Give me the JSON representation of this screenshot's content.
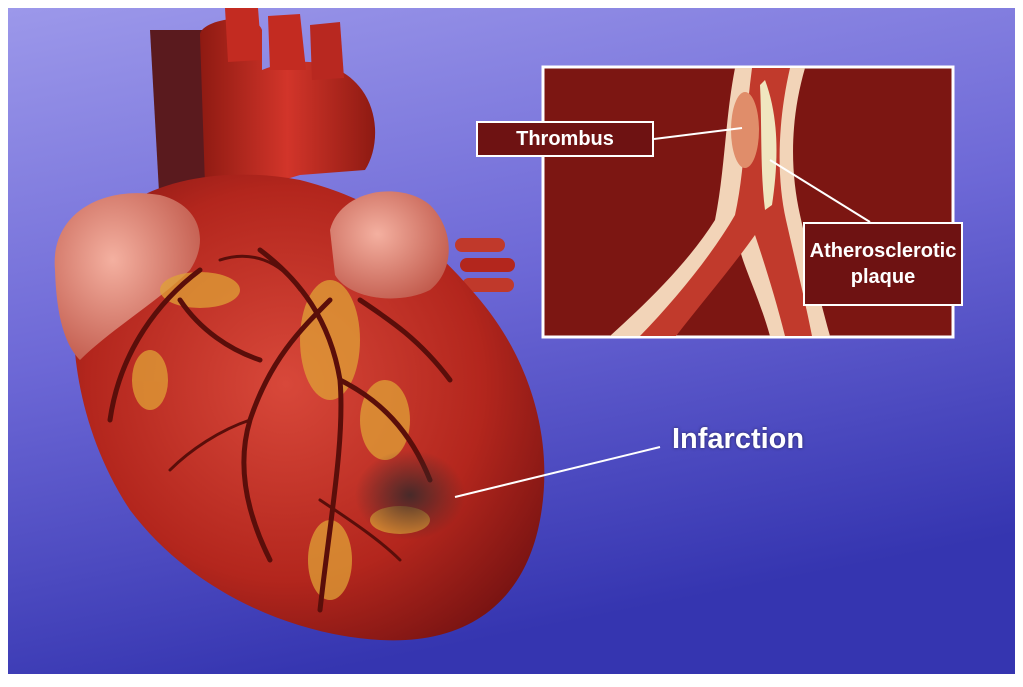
{
  "labels": {
    "thrombus": "Thrombus",
    "plaque_line1": "Atherosclerotic",
    "plaque_line2": "plaque",
    "infarction": "Infarction"
  },
  "colors": {
    "background_top": "#8d87e6",
    "background_bottom": "#2f2fa8",
    "heart_muscle": "#b3261d",
    "label_box": "#6e1212",
    "inset_tissue": "#8a1a14"
  }
}
